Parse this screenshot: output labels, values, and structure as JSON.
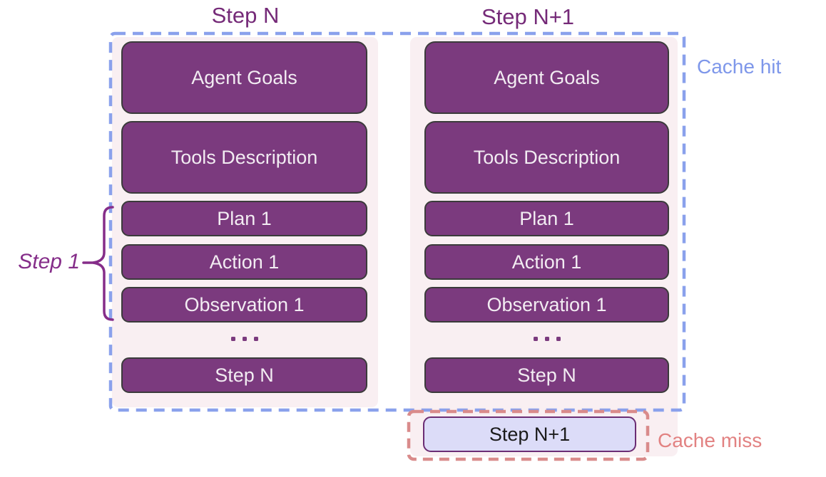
{
  "titles": {
    "left": "Step N",
    "right": "Step N+1"
  },
  "boxes": {
    "left": [
      "Agent Goals",
      "Tools Description",
      "Plan 1",
      "Action 1",
      "Observation 1",
      "Step N"
    ],
    "right": [
      "Agent Goals",
      "Tools Description",
      "Plan 1",
      "Action 1",
      "Observation 1",
      "Step N"
    ],
    "miss": "Step N+1"
  },
  "labels": {
    "cache_hit": "Cache hit",
    "cache_miss": "Cache miss",
    "step_bracket": "Step 1",
    "ellipsis": "..."
  },
  "colors": {
    "box_fill": "#7b3a7e",
    "box_border": "#3b3b3b",
    "box_text": "#f2ecf2",
    "panel_bg": "#f9eff2",
    "cache_hit_accent": "#8aa1ec",
    "cache_hit_text": "#7e97ea",
    "cache_miss_accent": "#d98b8b",
    "cache_miss_text": "#e28282",
    "title_text": "#752a78",
    "bracket_accent": "#852d89",
    "miss_box_fill": "#dcdcf8",
    "miss_box_border": "#6b2d74",
    "miss_box_text": "#1a1a1a"
  }
}
